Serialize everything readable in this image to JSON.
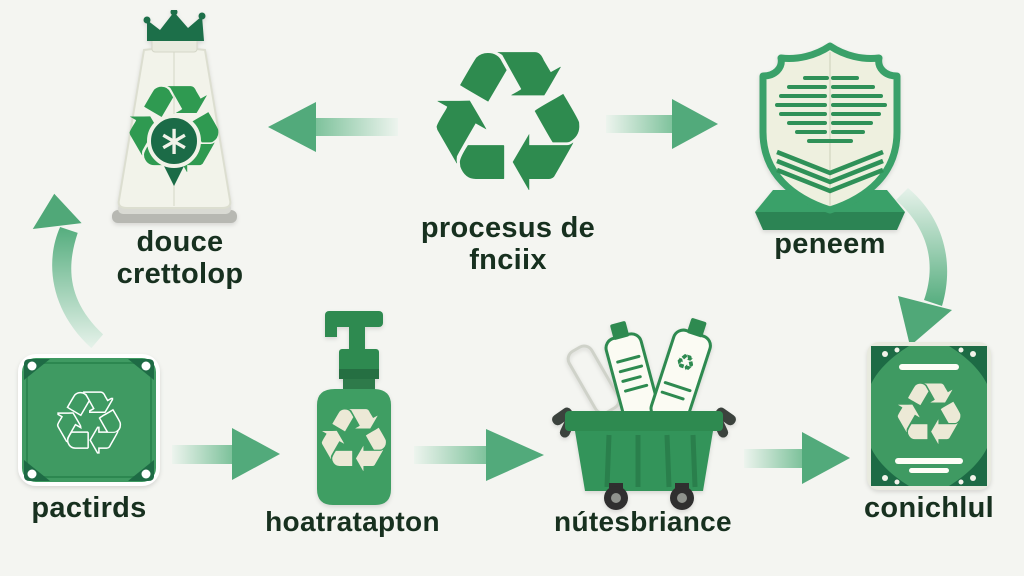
{
  "diagram": {
    "colors": {
      "background": "#f4f5f1",
      "primary_green": "#2e8b4f",
      "arrow_green": "#55ab7e",
      "label_text": "#17301f"
    },
    "top": {
      "source_label_line1": "douce",
      "source_label_line2": "crettolop",
      "process_label_line1": "procesus de",
      "process_label_line2": "fnciix",
      "document_label": "peneem"
    },
    "bottom": {
      "materials_label": "pactirds",
      "bottle_label": "hoatratapton",
      "bin_label": "nútesbriance",
      "card_label": "conichlul"
    },
    "icons": {
      "source": "crowned-recycle-bag-icon",
      "process": "recycle-symbol-icon",
      "document": "shield-document-icon",
      "materials": "recycle-card-icon",
      "bottle": "pump-bottle-icon",
      "bin": "recycle-dumpster-icon",
      "card": "recycle-plaque-icon"
    }
  },
  "glyphs": {
    "recycle": "♻",
    "asterisk": "∗"
  }
}
